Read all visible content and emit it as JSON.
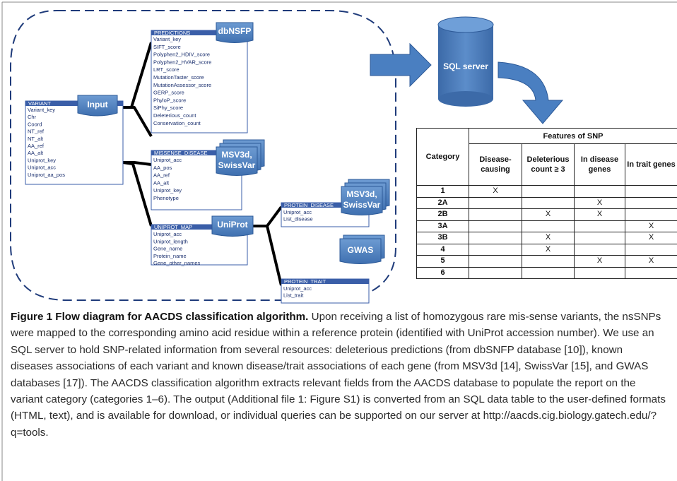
{
  "diagram": {
    "input_label": "Input",
    "variant_table": {
      "name": "VARIANT",
      "fields": [
        "Variant_key",
        "Chr",
        "Coord",
        "NT_ref",
        "NT_alt",
        "AA_ref",
        "AA_alt",
        "Uniprot_key",
        "Uniprot_acc",
        "Uniprot_aa_pos"
      ]
    },
    "predictions_table": {
      "name": "PREDICTIONS",
      "source": "dbNSFP",
      "fields": [
        "Variant_key",
        "SIFT_score",
        "Polyphen2_HDIV_score",
        "Polyphen2_HVAR_score",
        "LRT_score",
        "MutationTaster_score",
        "MutationAssessor_score",
        "GERP_score",
        "PhyloP_score",
        "SiPhy_score",
        "Deleterious_count",
        "Conservation_count"
      ]
    },
    "missense_table": {
      "name": "MISSENSE_DISEASE",
      "source_line1": "MSV3d,",
      "source_line2": "SwissVar",
      "fields": [
        "Uniprot_acc",
        "AA_pos",
        "AA_ref",
        "AA_alt",
        "Uniprot_key",
        "Phenotype"
      ]
    },
    "uniprot_map_table": {
      "name": "UNIPROT_MAP",
      "source": "UniProt",
      "fields": [
        "Uniprot_acc",
        "Uniprot_length",
        "Gene_name",
        "Protein_name",
        "Gene_other_names"
      ]
    },
    "protein_disease_table": {
      "name": "PROTEIN_DISEASE",
      "source_line1": "MSV3d,",
      "source_line2": "SwissVar",
      "fields": [
        "Uniprot_acc",
        "List_disease"
      ]
    },
    "protein_trait_table": {
      "name": "PROTEIN_TRAIT",
      "source": "GWAS",
      "fields": [
        "Uniprot_acc",
        "List_trait"
      ]
    },
    "sql_label": "SQL server"
  },
  "features_table": {
    "group_header": "Features of SNP",
    "category_header": "Category",
    "columns": [
      "Disease-causing",
      "Deleterious count ≥ 3",
      "In disease genes",
      "In trait genes"
    ],
    "rows": [
      {
        "category": "1",
        "marks": [
          "X",
          "",
          "",
          ""
        ]
      },
      {
        "category": "2A",
        "marks": [
          "",
          "",
          "X",
          ""
        ]
      },
      {
        "category": "2B",
        "marks": [
          "",
          "X",
          "X",
          ""
        ]
      },
      {
        "category": "3A",
        "marks": [
          "",
          "",
          "",
          "X"
        ]
      },
      {
        "category": "3B",
        "marks": [
          "",
          "X",
          "",
          "X"
        ]
      },
      {
        "category": "4",
        "marks": [
          "",
          "X",
          "",
          ""
        ]
      },
      {
        "category": "5",
        "marks": [
          "",
          "",
          "X",
          "X"
        ]
      },
      {
        "category": "6",
        "marks": [
          "",
          "",
          "",
          ""
        ]
      }
    ]
  },
  "caption": {
    "title": "Figure 1 Flow diagram for AACDS classification algorithm.",
    "text": " Upon receiving a list of homozygous rare mis-sense variants, the nsSNPs were mapped to the corresponding amino acid residue within a reference protein (identified with UniProt accession number). We use an SQL server to hold SNP-related information from several resources: deleterious predictions (from dbSNFP database [10]), known diseases associations of each variant and known disease/trait associations of each gene (from MSV3d [14], SwissVar [15], and GWAS databases [17]). The AACDS classification algorithm extracts relevant fields from the AACDS database to populate the report on the variant category (categories 1–6). The output (Additional file 1: Figure S1) is converted from an SQL data table to the user-defined formats (HTML, text), and is available for download, or individual queries can be supported on our server at http://aacds.cig.biology.gatech.edu/?q=tools."
  },
  "colors": {
    "accent": "#4a7fc1",
    "dark": "#000000",
    "text_blue": "#1a2f6e",
    "frame": "#888888"
  }
}
